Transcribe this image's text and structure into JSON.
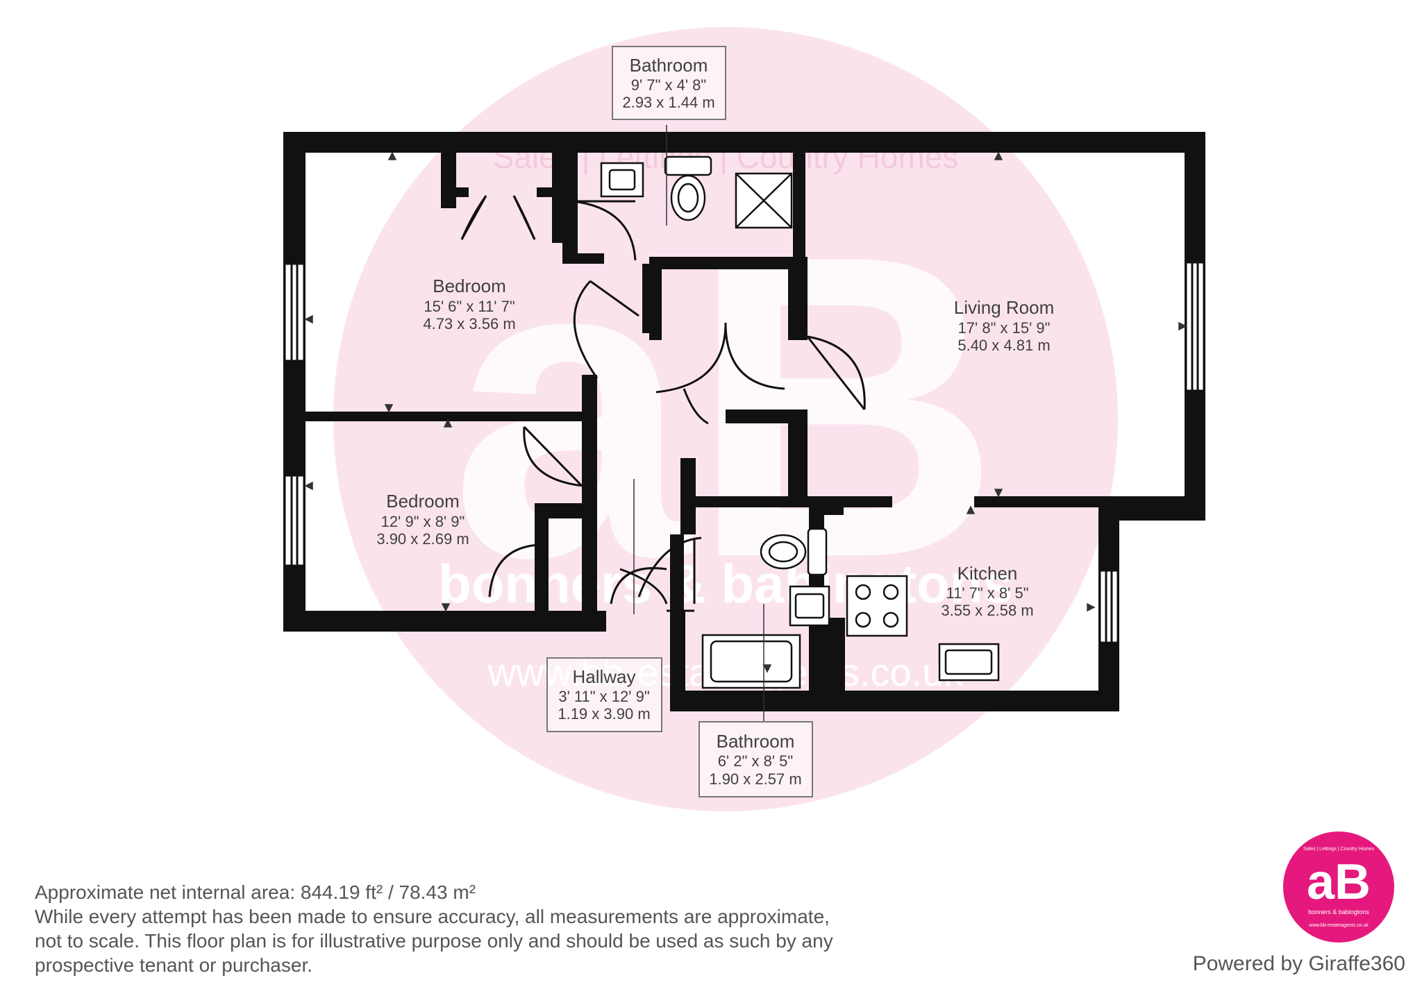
{
  "watermark": {
    "top_text": "Sales | Lettings | Country Homes",
    "mid_text": "bonners & babingtons",
    "url_text": "www.bb-estateagents.co.uk",
    "color": "#f9d9e6"
  },
  "rooms": {
    "bathroom_top": {
      "name": "Bathroom",
      "imperial": "9' 7\" x 4' 8\"",
      "metric": "2.93 x 1.44 m"
    },
    "bedroom_1": {
      "name": "Bedroom",
      "imperial": "15' 6\" x 11' 7\"",
      "metric": "4.73 x 3.56 m"
    },
    "living_room": {
      "name": "Living Room",
      "imperial": "17' 8\" x 15' 9\"",
      "metric": "5.40 x 4.81 m"
    },
    "bedroom_2": {
      "name": "Bedroom",
      "imperial": "12' 9\" x 8' 9\"",
      "metric": "3.90 x 2.69 m"
    },
    "kitchen": {
      "name": "Kitchen",
      "imperial": "11' 7\" x 8' 5\"",
      "metric": "3.55 x 2.58 m"
    },
    "hallway": {
      "name": "Hallway",
      "imperial": "3' 11\" x 12' 9\"",
      "metric": "1.19 x 3.90 m"
    },
    "bathroom_bottom": {
      "name": "Bathroom",
      "imperial": "6' 2\" x 8' 5\"",
      "metric": "1.90 x 2.57 m"
    }
  },
  "footer": {
    "area": "Approximate net internal area: 844.19 ft² / 78.43 m²",
    "disclaimer_1": "While every attempt has been made to ensure accuracy, all measurements are approximate,",
    "disclaimer_2": "not to scale. This floor plan is for illustrative purpose only and should be used as such by any",
    "disclaimer_3": "prospective tenant or purchaser.",
    "powered_by": "Powered by Giraffe360"
  },
  "logo": {
    "tagline": "Sales | Lettings | Country Homes",
    "monogram": "aB",
    "brand": "bonners & babingtons",
    "url": "www.bb-estateagents.co.uk",
    "color": "#e5197d"
  },
  "colors": {
    "wall": "#111111",
    "label_box": "#777777"
  }
}
